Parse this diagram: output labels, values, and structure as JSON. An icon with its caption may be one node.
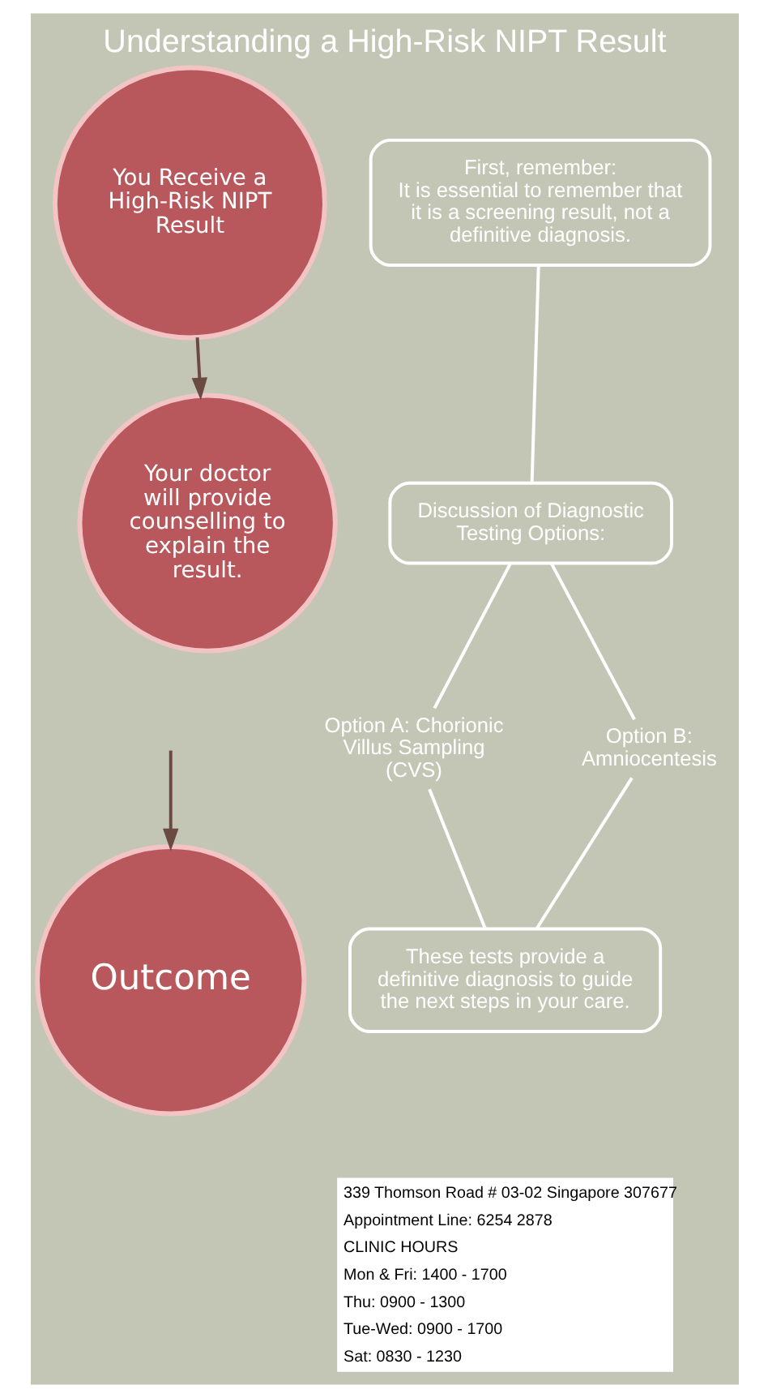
{
  "diagram": {
    "title": "Understanding a High-Risk NIPT Result",
    "nodes": [
      {
        "text": [
          "You Receive a High-Risk NIPT Result"
        ]
      },
      {
        "text": [
          "First, remember:",
          "It is essential to remember that it is a screening result, not a definitive diagnosis."
        ]
      },
      {
        "text": [
          "Your doctor will provide counselling to explain the result."
        ]
      },
      {
        "text": [
          "Discussion of Diagnostic Testing Options:"
        ]
      },
      {
        "text": [
          "Option A: Chorionic Villus Sampling (CVS)"
        ]
      },
      {
        "text": [
          "Option B: Amniocentesis"
        ]
      },
      {
        "text": [
          "Outcome"
        ]
      },
      {
        "text": [
          "These tests provide a definitive diagnosis to guide the next steps in your care."
        ]
      }
    ],
    "edges": [
      {
        "from": 0,
        "to": 2,
        "arrow": "to",
        "color": "#6b4a42"
      },
      {
        "from": 1,
        "to": 3,
        "arrow": "none"
      },
      {
        "from": 3,
        "to": 4,
        "arrow": "none"
      },
      {
        "from": 3,
        "to": 5,
        "arrow": "none"
      },
      {
        "from": 4,
        "to": 7,
        "arrow": "none"
      },
      {
        "from": 5,
        "to": 7,
        "arrow": "none"
      },
      {
        "from": null,
        "to": 6,
        "arrow": "to",
        "color": "#6b4a42"
      }
    ],
    "labels": [
      "339 Thomson Road # 03-02 Singapore 307677",
      "Appointment Line: 6254 2878",
      "CLINIC HOURS",
      "Mon & Fri: 1400 - 1700",
      "Thu: 0900 - 1300",
      "Tue-Wed: 0900 - 1700",
      "Sat: 0830 - 1230"
    ]
  }
}
